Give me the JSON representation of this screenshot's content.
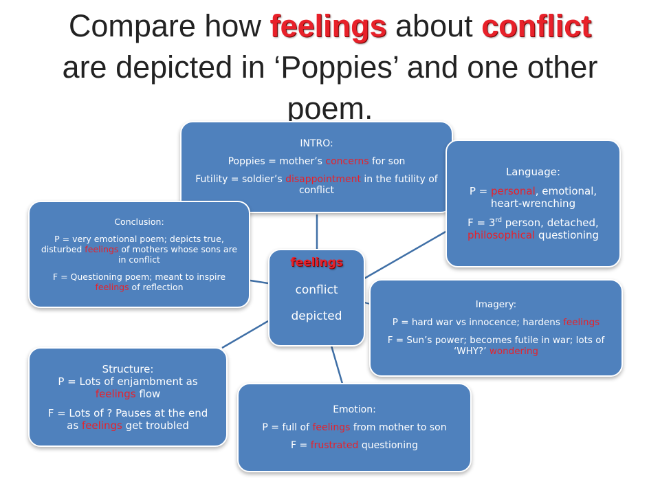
{
  "title": {
    "part1": "Compare how ",
    "kw1": "feelings",
    "part2": " about ",
    "kw2": "conflict",
    "part3": "are depicted in ‘Poppies’ and one other poem."
  },
  "center": {
    "word1": "feelings",
    "word2": "conflict",
    "word3": "depicted"
  },
  "intro": {
    "heading": "INTRO:",
    "l1a": "Poppies = mother’s ",
    "l1b": "concerns",
    "l1c": " for son",
    "l2a": "Futility = soldier’s ",
    "l2b": "disappointment",
    "l2c": " in the futility of conflict"
  },
  "language": {
    "heading": "Language:",
    "l1a": "P = ",
    "l1b": "personal",
    "l1c": ", emotional, heart-wrenching",
    "l2a": "F = 3",
    "l2sup": "rd",
    "l2b": " person, detached, ",
    "l2c": "philosophical",
    "l2d": " questioning"
  },
  "conclusion": {
    "heading": "Conclusion:",
    "l1a": "P = very emotional poem; depicts true, disturbed ",
    "l1b": "feelings",
    "l1c": " of mothers whose sons are in conflict",
    "l2a": "F = Questioning poem; meant to inspire ",
    "l2b": "feelings",
    "l2c": " of reflection"
  },
  "imagery": {
    "heading": "Imagery:",
    "l1a": "P = hard war vs innocence; hardens ",
    "l1b": "feelings",
    "l2a": "F =  Sun’s power; becomes futile in war; lots of ‘WHY?’ ",
    "l2b": "wondering"
  },
  "structure": {
    "heading": "Structure:",
    "l1a": "P = Lots of enjambment as ",
    "l1b": "feelings",
    "l1c": " flow",
    "l2a": "F = Lots of ? Pauses at the end as ",
    "l2b": "feelings",
    "l2c": " get troubled"
  },
  "emotion": {
    "heading": "Emotion:",
    "l1a": "P = full of ",
    "l1b": "feelings",
    "l1c": " from mother to son",
    "l2a": "F = ",
    "l2b": "frustrated",
    "l2c": " questioning"
  },
  "colors": {
    "box_fill": "#4f81bd",
    "box_border": "#ffffff",
    "highlight": "#e8212a",
    "connector": "#3f6fa6",
    "title_text": "#222222"
  }
}
